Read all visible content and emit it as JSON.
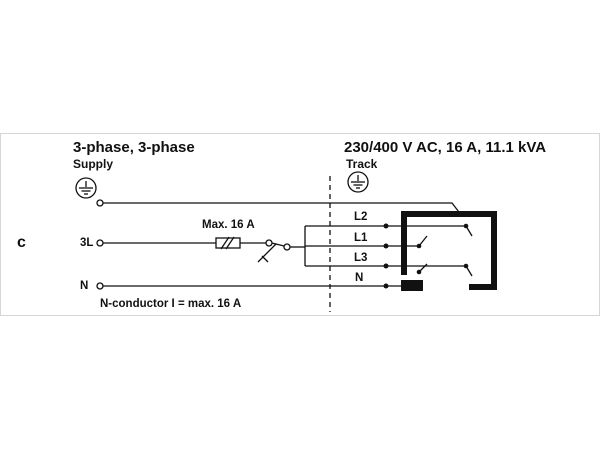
{
  "panel_letter": "c",
  "left": {
    "title": "3-phase, 3-phase",
    "subtitle": "Supply",
    "label_3l": "3L",
    "label_n": "N",
    "n_note": "N-conductor I = max. 16 A"
  },
  "right": {
    "title": "230/400 V AC, 16 A, 11.1 kVA",
    "subtitle": "Track",
    "phases": [
      "L2",
      "L1",
      "L3",
      "N"
    ]
  },
  "fuse": {
    "label": "Max. 16 A"
  },
  "icons": {
    "supply_ground": "ground-icon",
    "track_ground": "ground-icon"
  }
}
